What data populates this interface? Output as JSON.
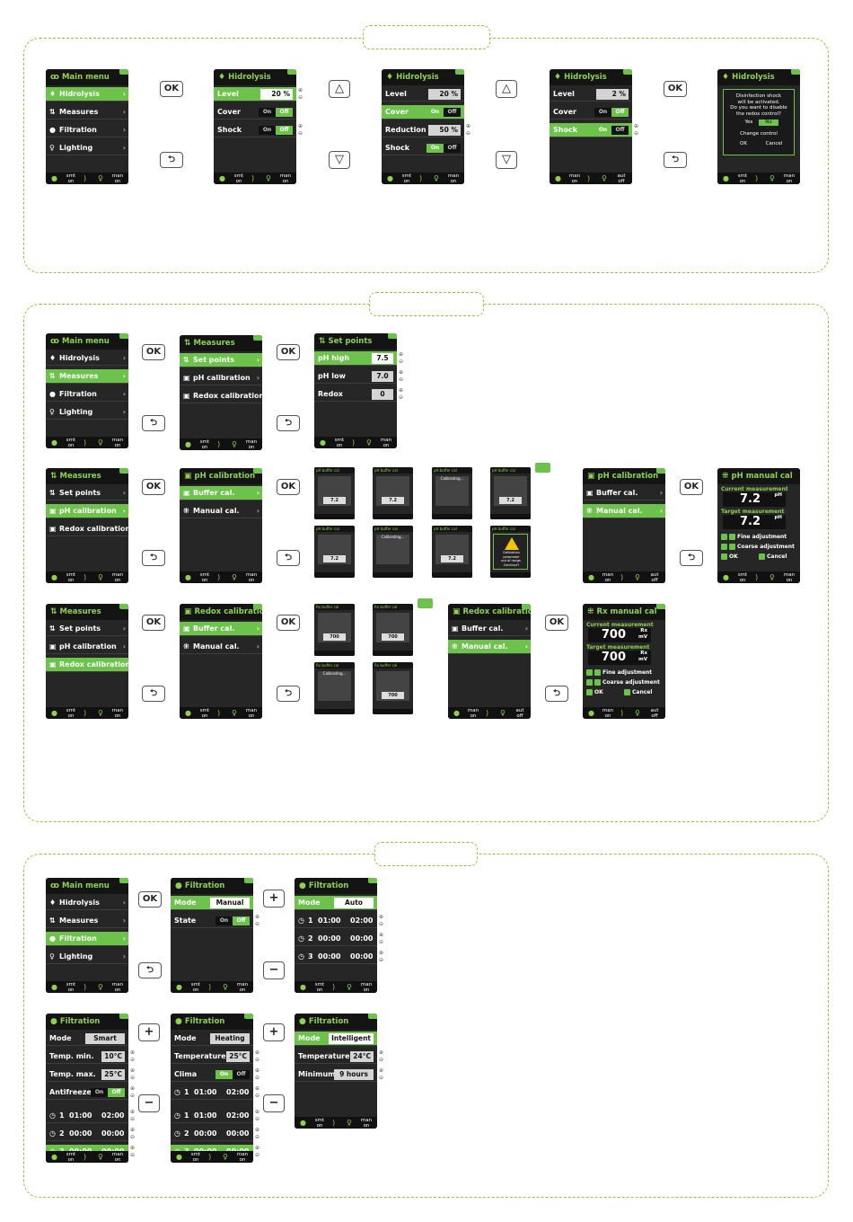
{
  "colors": {
    "accent": "#6cc24a",
    "screen_bg": "#262626",
    "panel_border": "#8cc63f"
  },
  "buttons": {
    "ok": "OK",
    "up": "△",
    "down": "▽",
    "plus": "+",
    "minus": "−",
    "back": "⮌"
  },
  "common": {
    "on": "On",
    "off": "Off",
    "f_smt": "smt",
    "f_on": "on",
    "f_man": "man",
    "f_aut": "aut",
    "f_off": "off"
  },
  "main_menu": {
    "title": "Main menu",
    "items": [
      "Hidrolysis",
      "Measures",
      "Filtration",
      "Lighting"
    ]
  },
  "hidrolysis": {
    "title": "Hidrolysis",
    "level": "Level",
    "cover": "Cover",
    "shock": "Shock",
    "reduction": "Reduction",
    "v20": "20 %",
    "v50": "50 %",
    "v2": "2 %",
    "dialog": [
      "Disinfection shock",
      "will be activated.",
      "Do you want to disable",
      "the redox control?"
    ],
    "yes": "Yes",
    "no": "No",
    "change_control": "Change control",
    "ok": "OK",
    "cancel": "Cancel"
  },
  "measures": {
    "title": "Measures",
    "items": [
      "Set points",
      "pH calibration",
      "Redox calibration"
    ]
  },
  "setpoints": {
    "title": "Set points",
    "ph_high": "pH high",
    "ph_low": "pH low",
    "redox": "Redox",
    "v_high": "7.5",
    "v_low": "7.0",
    "v_redox": "0"
  },
  "phcal": {
    "title": "pH calibration",
    "buffer": "Buffer cal.",
    "manual": "Manual cal."
  },
  "ph_buffer": {
    "title": "pH buffer cal",
    "value": "7.2",
    "calibrating": "Calibrating...",
    "warn": [
      "Calibration",
      "parameter",
      "out of range.",
      "Continue?"
    ]
  },
  "ph_manual": {
    "title": "pH manual cal",
    "current": "Current measurement",
    "target": "Target measurement",
    "value": "7.2",
    "unit": "pH",
    "fine": "Fine adjustment",
    "coarse": "Coarse adjustment",
    "ok": "OK",
    "cancel": "Cancel"
  },
  "rxcal": {
    "title": "Redox calibration",
    "buffer": "Buffer cal.",
    "manual": "Manual cal."
  },
  "rx_buffer": {
    "title": "Rx buffer cal",
    "value": "700",
    "calibrating": "Calibrating..."
  },
  "rx_manual": {
    "title": "Rx manual cal",
    "current": "Current measurement",
    "target": "Target measurement",
    "value": "700",
    "unit1": "Rx",
    "unit2": "mV",
    "fine": "Fine adjustment",
    "coarse": "Coarse adjustment",
    "ok": "OK",
    "cancel": "Cancel"
  },
  "filtration": {
    "title": "Filtration",
    "mode": "Mode",
    "state": "State",
    "manual": "Manual",
    "auto": "Auto",
    "smart": "Smart",
    "heating": "Heating",
    "intelligent": "Intelligent",
    "t1": "01:00",
    "t2": "02:00",
    "t0": "00:00",
    "n1": "1",
    "n2": "2",
    "n3": "3",
    "temp_min": "Temp. min.",
    "temp_max": "Temp. max.",
    "antifreeze": "Antifreeze",
    "v10": "10°C",
    "v25": "25°C",
    "temperature": "Temperature",
    "clima": "Clima",
    "v24": "24°C",
    "minimum": "Minimum",
    "v9h": "9 hours"
  }
}
